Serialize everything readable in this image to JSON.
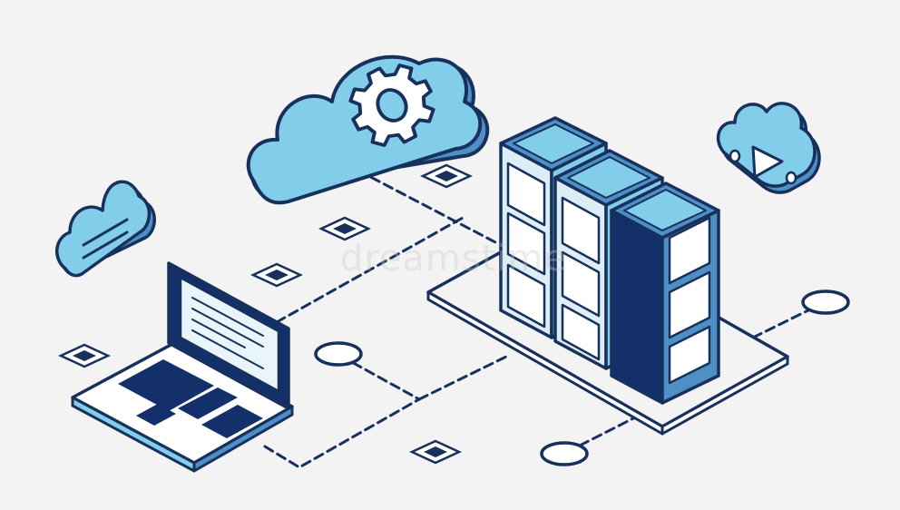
{
  "colors": {
    "background": "#f3f3f3",
    "outline": "#17305c",
    "light_blue": "#7ec8e6",
    "mid_blue": "#4e8fc6",
    "navy": "#13306a",
    "white": "#ffffff"
  },
  "watermark": {
    "text": "dreamstime"
  },
  "elements": {
    "large_cloud": "cloud-settings-gear-icon",
    "small_cloud_left": "cloud-icon",
    "small_cloud_right": "cloud-play-icon",
    "laptop": "laptop-icon",
    "server_racks": "server-rack-icon",
    "platform": "server-platform",
    "connections": "dashed-network-line",
    "chips": "node-square-icon",
    "rings": "node-ring-icon"
  }
}
